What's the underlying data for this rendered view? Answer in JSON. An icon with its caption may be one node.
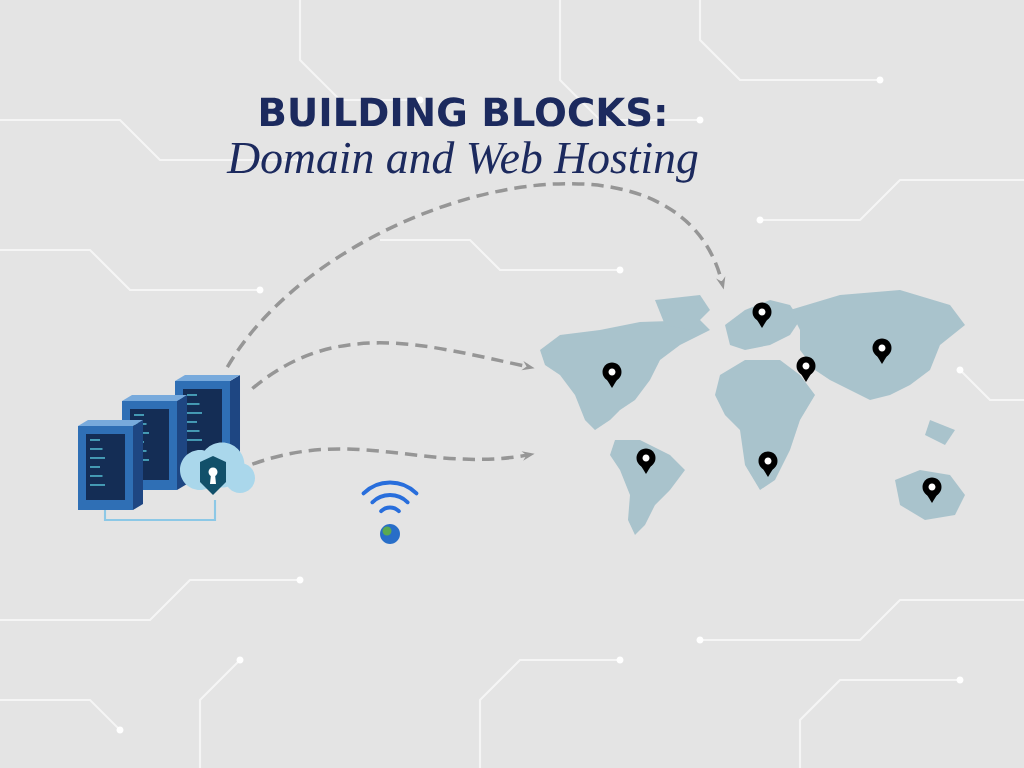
{
  "diagram": {
    "title": "BUILDING BLOCKS:",
    "nodes": [
      {
        "text": [],
        "shape": "picture"
      },
      {
        "text": [],
        "shape": "picture"
      }
    ],
    "edges": [
      {
        "from": 0,
        "to": 1,
        "arrow": "to",
        "style": "dashed"
      },
      {
        "from": 0,
        "to": 1,
        "arrow": "to",
        "style": "dashed"
      },
      {
        "from": 0,
        "to": 1,
        "arrow": "to",
        "style": "dashed"
      }
    ],
    "labels": [
      "Domain and Web Hosting"
    ]
  }
}
